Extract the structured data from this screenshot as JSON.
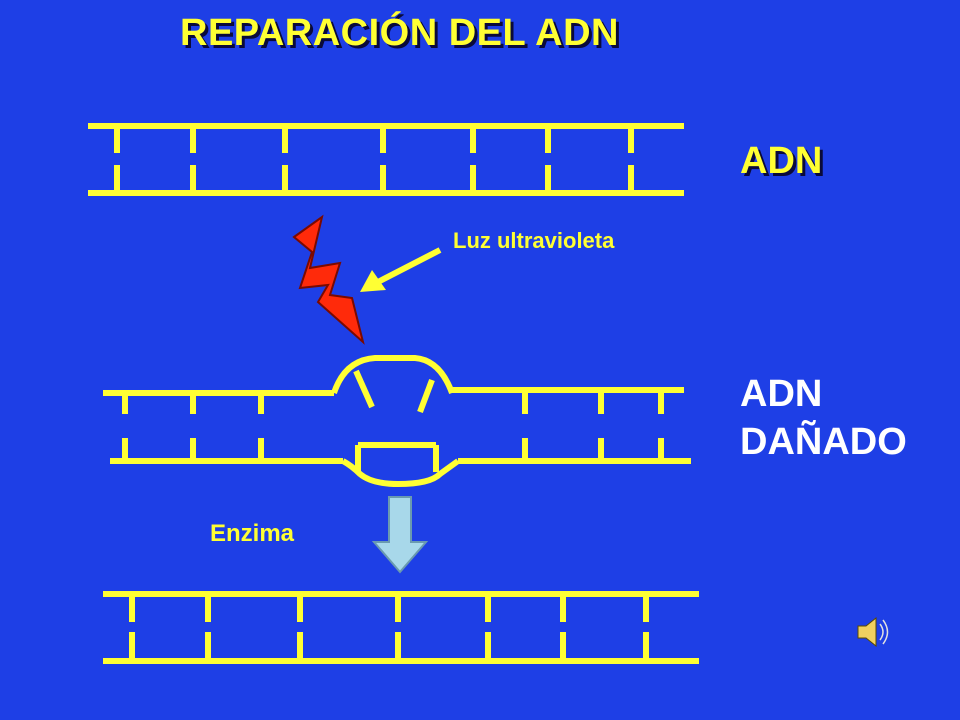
{
  "slide": {
    "title": "REPARACIÓN DEL ADN",
    "dna_label": "ADN",
    "damaged_label_line1": "ADN",
    "damaged_label_line2": "DAÑADO",
    "uv_label": "Luz ultravioleta",
    "enzyme_label": "Enzima"
  },
  "colors": {
    "background": "#1e3fe6",
    "strand": "#ffff33",
    "lightning": "#ff2a0a",
    "enzyme_arrow": "#a8d8ea"
  },
  "icons": {
    "uv": "lightning-bolt-icon",
    "audio": "speaker-icon"
  }
}
